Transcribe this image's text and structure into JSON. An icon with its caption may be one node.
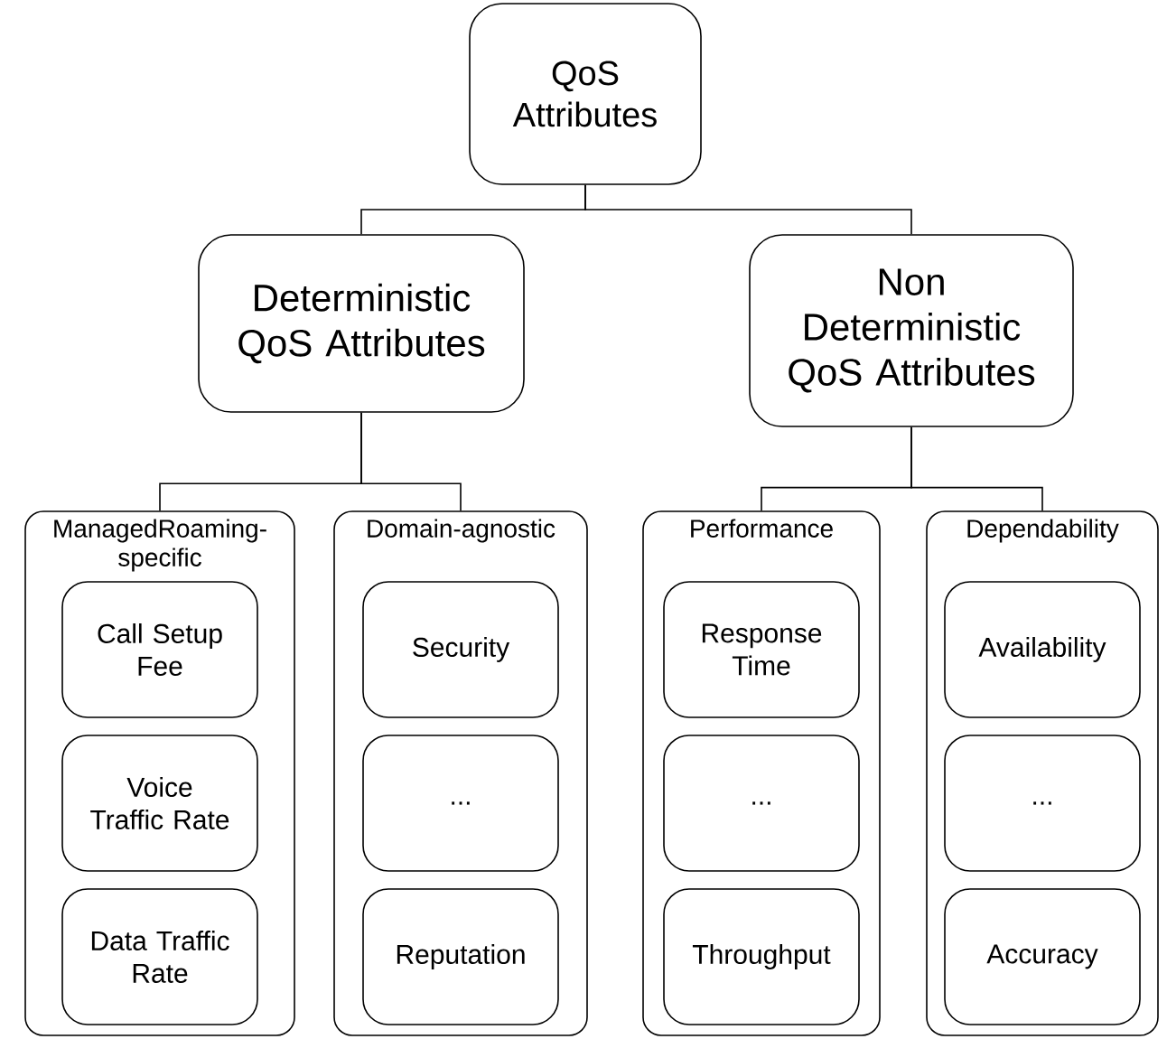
{
  "diagram": {
    "nodes": [
      {
        "text": [
          "QoS Attributes"
        ]
      },
      {
        "text": [
          "Deterministic QoS Attributes"
        ]
      },
      {
        "text": [
          "Non Deterministic QoS Attributes"
        ]
      },
      {
        "text": [
          "ManagedRoaming-specific"
        ]
      },
      {
        "text": [
          "Call Setup Fee"
        ],
        "in": 3
      },
      {
        "text": [
          "Voice Traffic Rate"
        ],
        "in": 3
      },
      {
        "text": [
          "Data Traffic Rate"
        ],
        "in": 3
      },
      {
        "text": [
          "Domain-agnostic"
        ]
      },
      {
        "text": [
          "Security"
        ],
        "in": 7
      },
      {
        "text": [
          "..."
        ],
        "in": 7
      },
      {
        "text": [
          "Reputation"
        ],
        "in": 7
      },
      {
        "text": [
          "Performance"
        ]
      },
      {
        "text": [
          "Response Time"
        ],
        "in": 11
      },
      {
        "text": [
          "..."
        ],
        "in": 11
      },
      {
        "text": [
          "Throughput"
        ],
        "in": 11
      },
      {
        "text": [
          "Dependability"
        ]
      },
      {
        "text": [
          "Availability"
        ],
        "in": 15
      },
      {
        "text": [
          "..."
        ],
        "in": 15
      },
      {
        "text": [
          "Accuracy"
        ],
        "in": 15
      }
    ],
    "edges": [
      {
        "from": 0,
        "to": 1,
        "arrow": "none"
      },
      {
        "from": 0,
        "to": 2,
        "arrow": "none"
      },
      {
        "from": 1,
        "to": 3,
        "arrow": "none"
      },
      {
        "from": 1,
        "to": 7,
        "arrow": "none"
      },
      {
        "from": 2,
        "to": 11,
        "arrow": "none"
      },
      {
        "from": 2,
        "to": 15,
        "arrow": "none"
      }
    ]
  }
}
